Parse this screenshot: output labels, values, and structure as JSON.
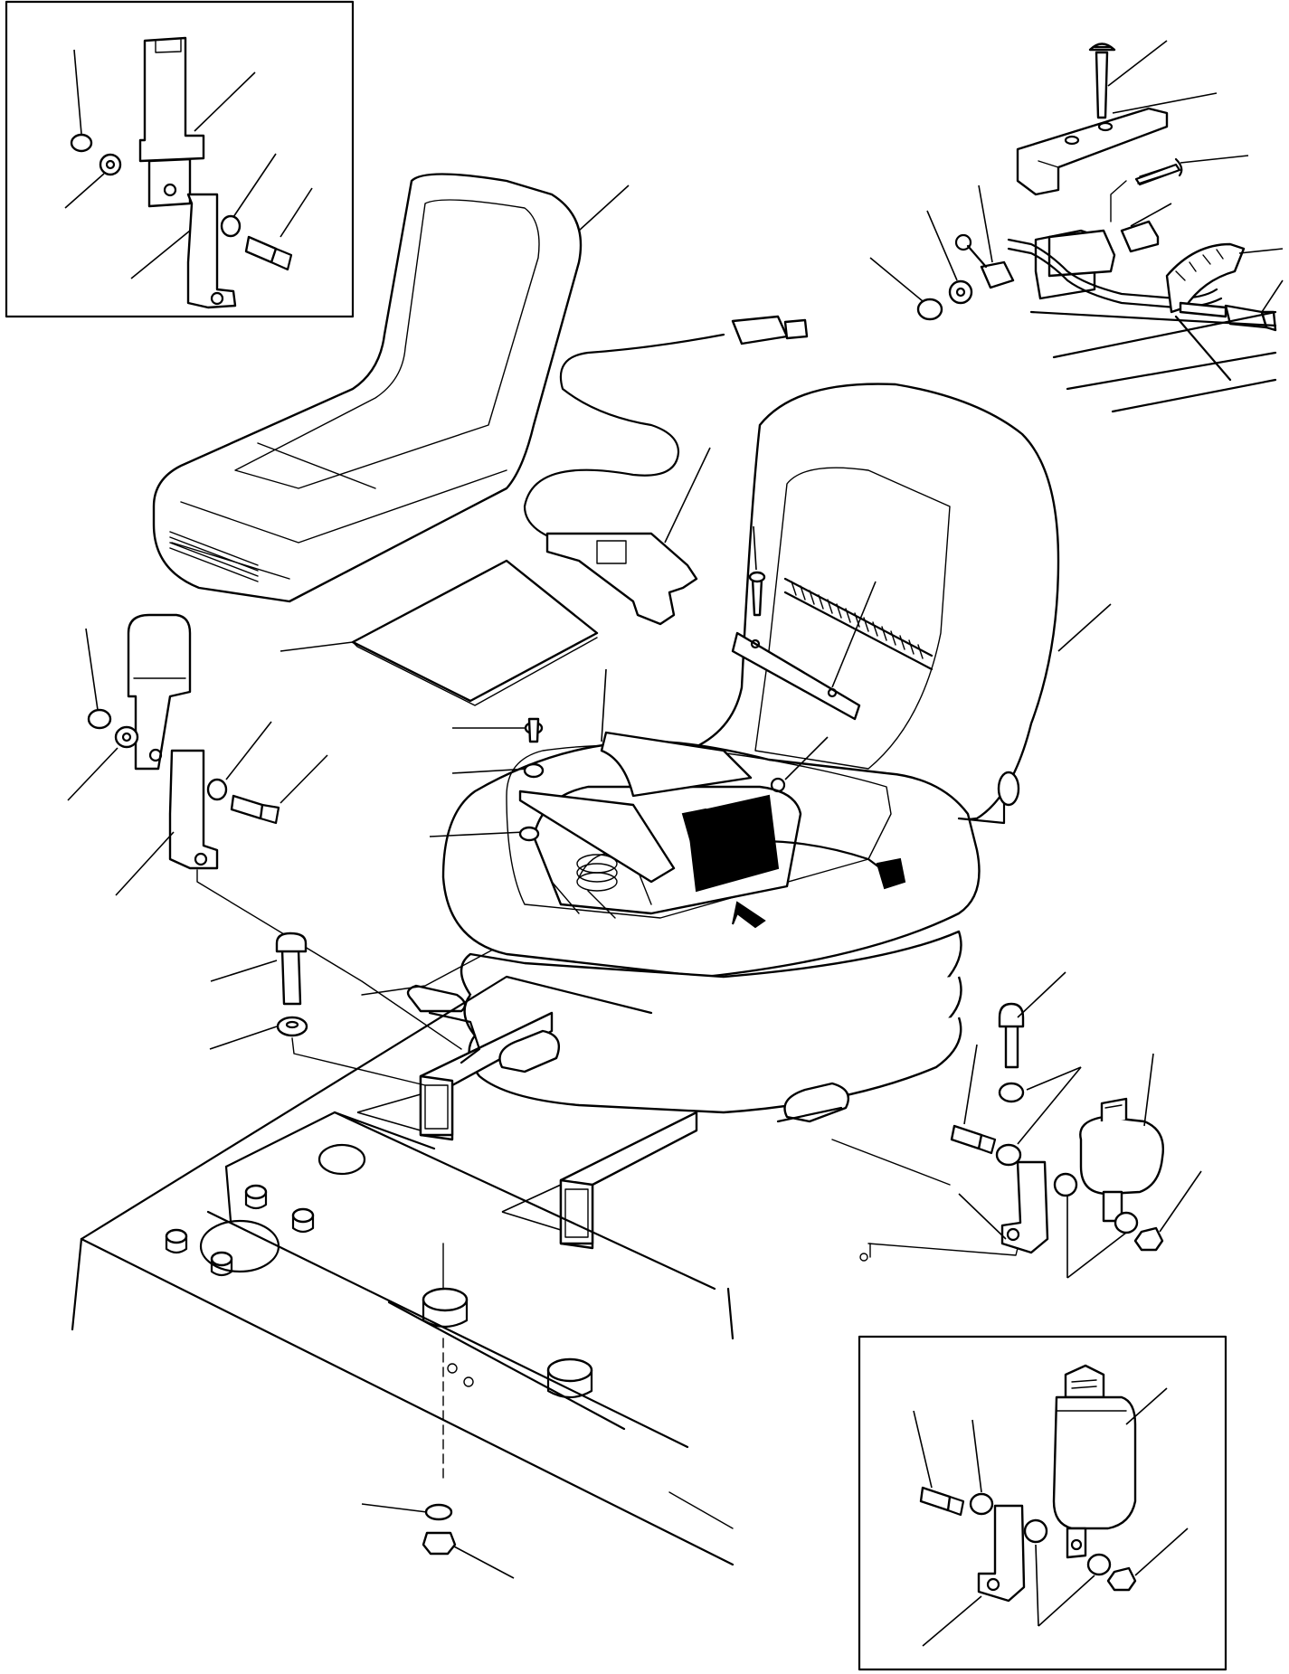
{
  "diagram": {
    "type": "exploded-parts-view",
    "labels": [],
    "insets": [
      {
        "id": "seat-belt-buckle-inset"
      },
      {
        "id": "seat-switch-bracket-inset"
      },
      {
        "id": "seat-belt-retractor-inset"
      }
    ],
    "colors": {
      "line": "#000000",
      "background": "#ffffff"
    }
  }
}
